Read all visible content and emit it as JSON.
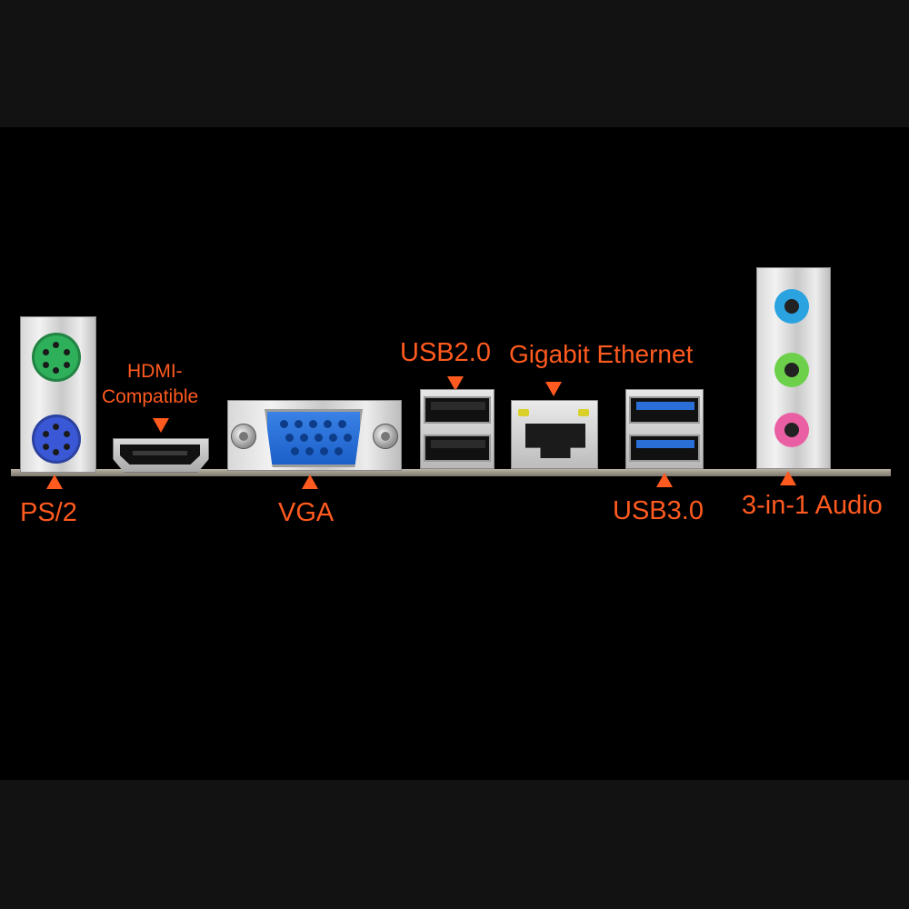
{
  "labels": {
    "ps2": "PS/2",
    "hdmi_line1": "HDMI-",
    "hdmi_line2": "Compatible",
    "vga": "VGA",
    "usb2": "USB2.0",
    "ethernet": "Gigabit Ethernet",
    "usb3": "USB3.0",
    "audio": "3-in-1 Audio"
  },
  "colors": {
    "label": "#ff5a1f",
    "ps2_mouse": "#2eb05a",
    "ps2_keyboard": "#3a58d6",
    "vga": "#2b72dc",
    "usb3": "#2a6fd8",
    "usb2": "#2b2b2b",
    "audio_line_in": "#2aa3e0",
    "audio_line_out": "#6cd04a",
    "audio_mic": "#ea5fa3"
  },
  "icons": {
    "ps2": "ps2-port-icon",
    "hdmi": "hdmi-port-icon",
    "vga": "vga-port-icon",
    "usb": "usb-port-icon",
    "ethernet": "ethernet-port-icon",
    "audio": "audio-jack-icon"
  }
}
